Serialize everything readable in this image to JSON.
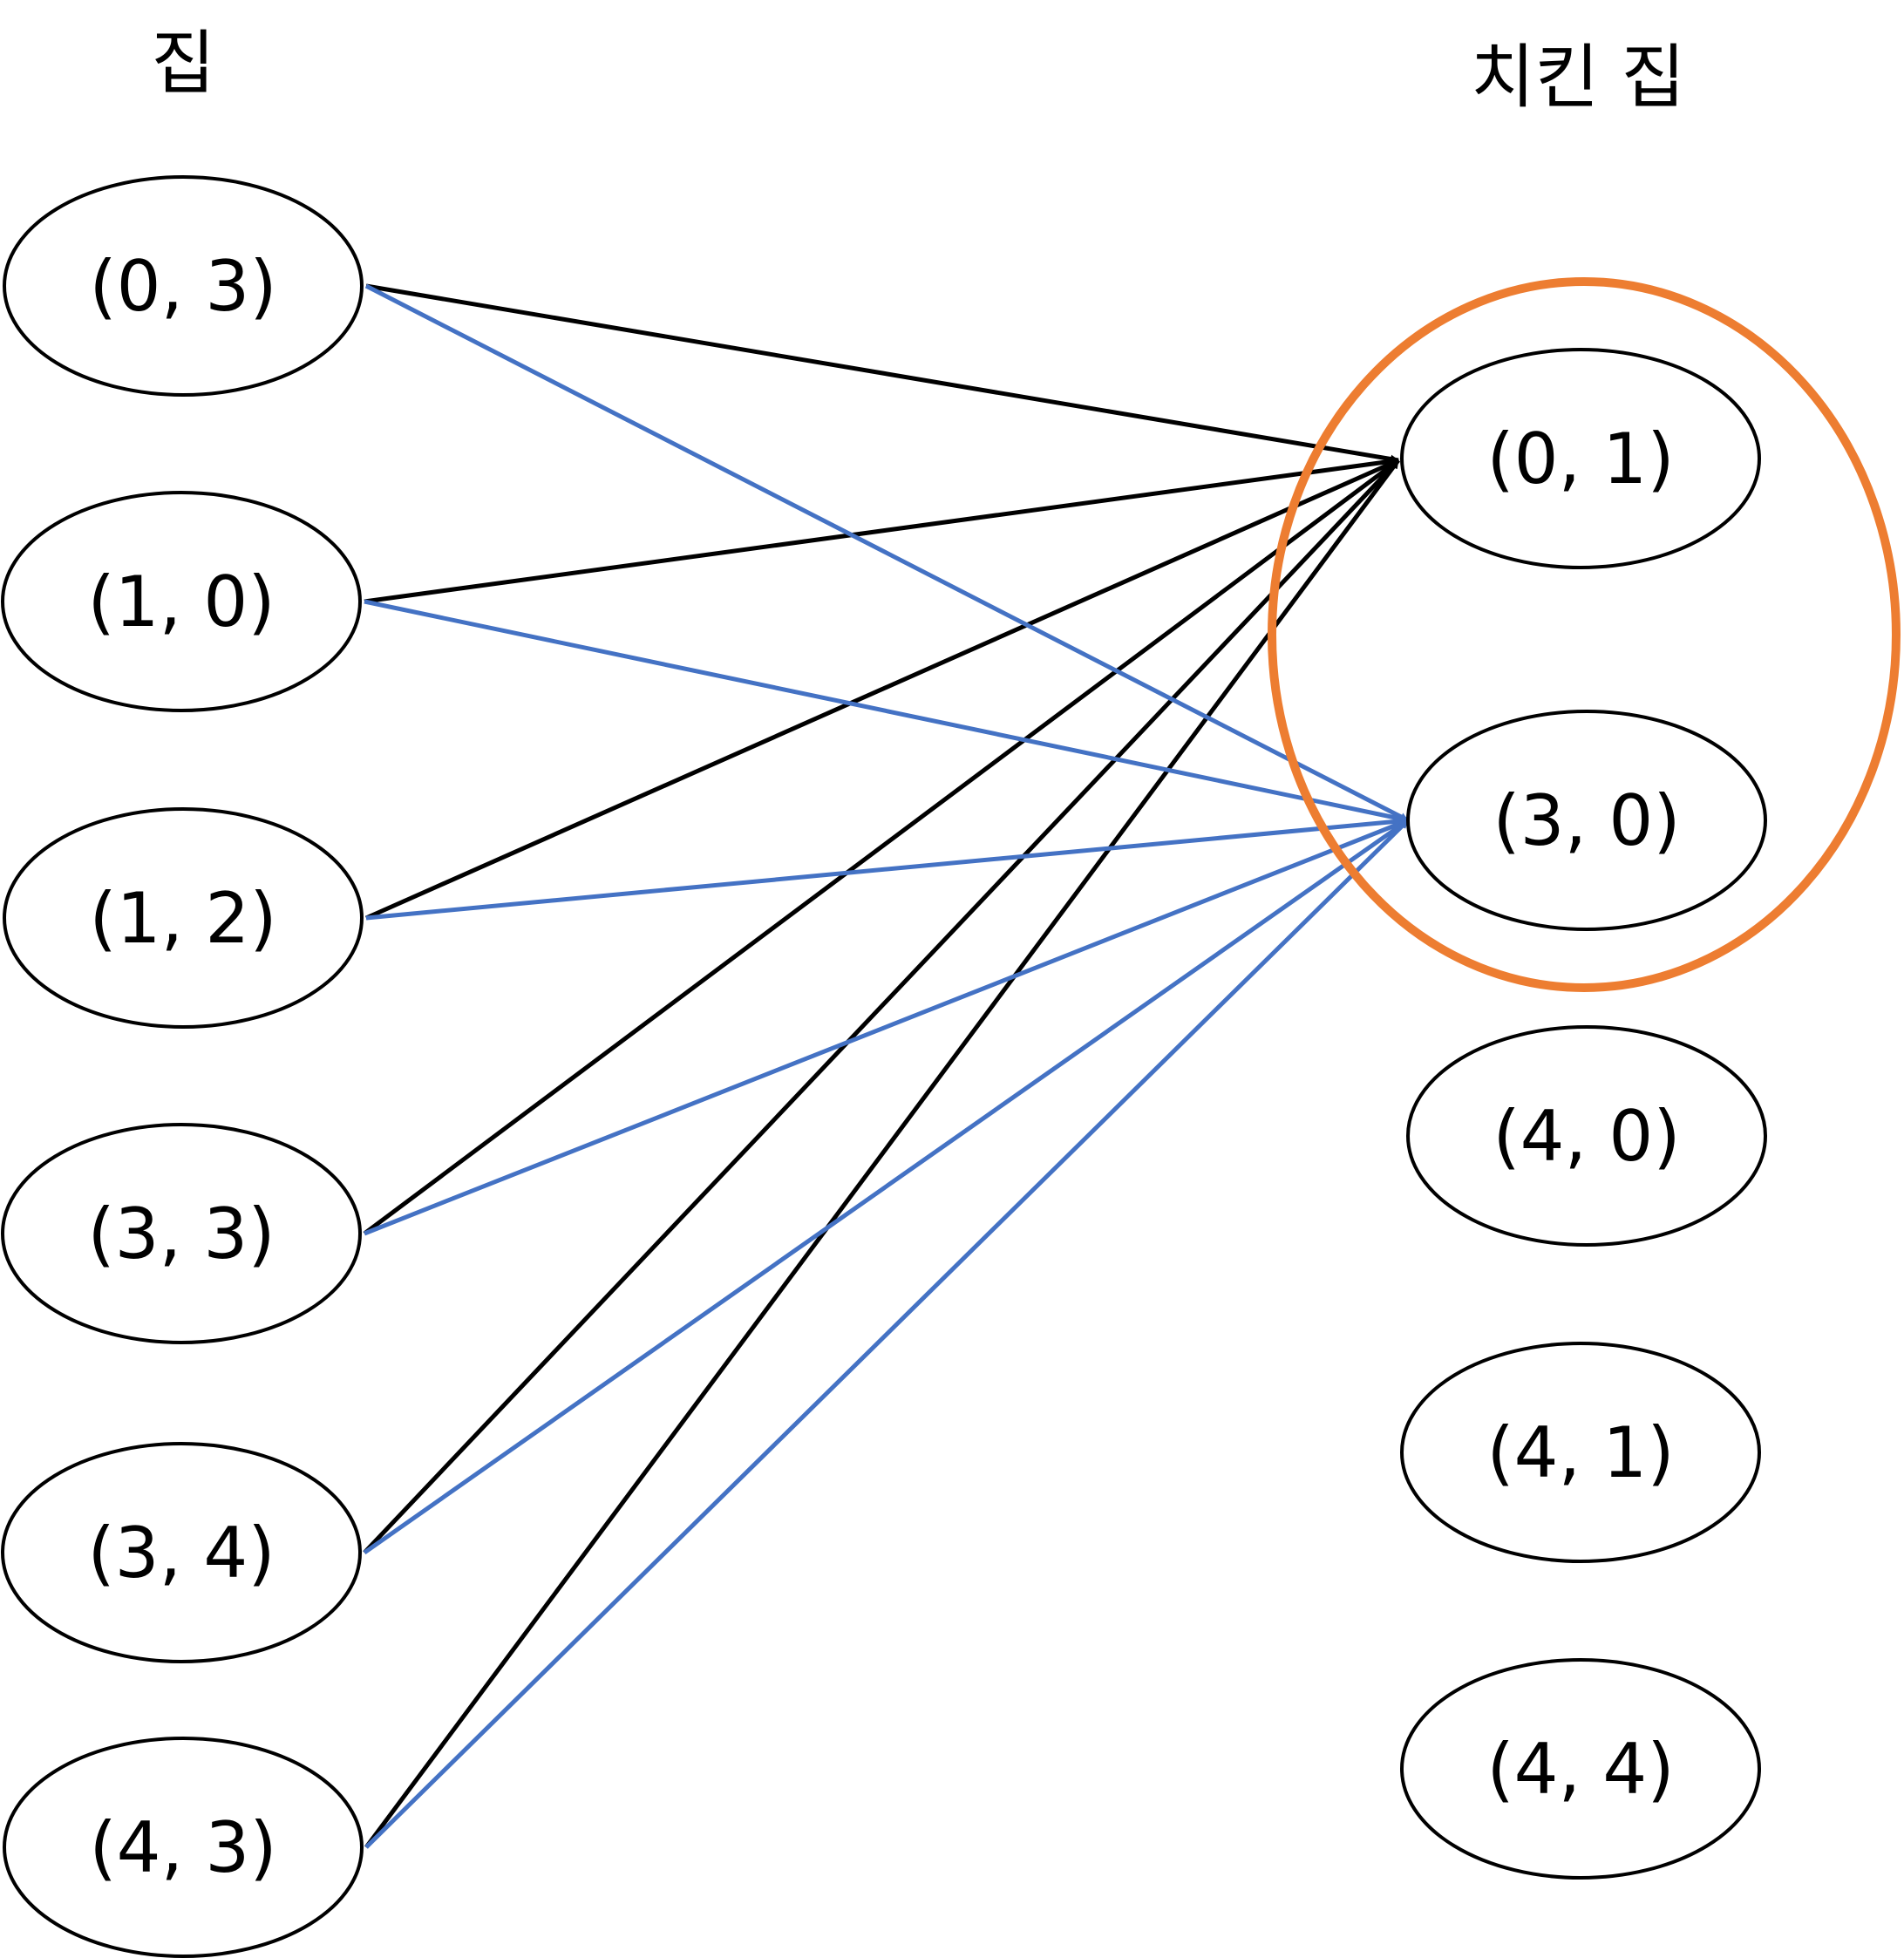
{
  "titles": {
    "houses": "집",
    "chickens": "치킨 집"
  },
  "houses": [
    "(0, 3)",
    "(1, 0)",
    "(1, 2)",
    "(3, 3)",
    "(3, 4)",
    "(4, 3)"
  ],
  "chickens": [
    "(0, 1)",
    "(3, 0)",
    "(4, 0)",
    "(4, 1)",
    "(4, 4)"
  ],
  "edges": {
    "to_first_selected": {
      "color": "#000000",
      "target": 0,
      "sources": [
        0,
        1,
        2,
        3,
        4,
        5
      ]
    },
    "to_second_selected": {
      "color": "#4472C4",
      "target": 1,
      "sources": [
        0,
        1,
        2,
        3,
        4,
        5
      ]
    }
  },
  "selection": {
    "color": "#ED7D31",
    "members": [
      0,
      1
    ]
  }
}
